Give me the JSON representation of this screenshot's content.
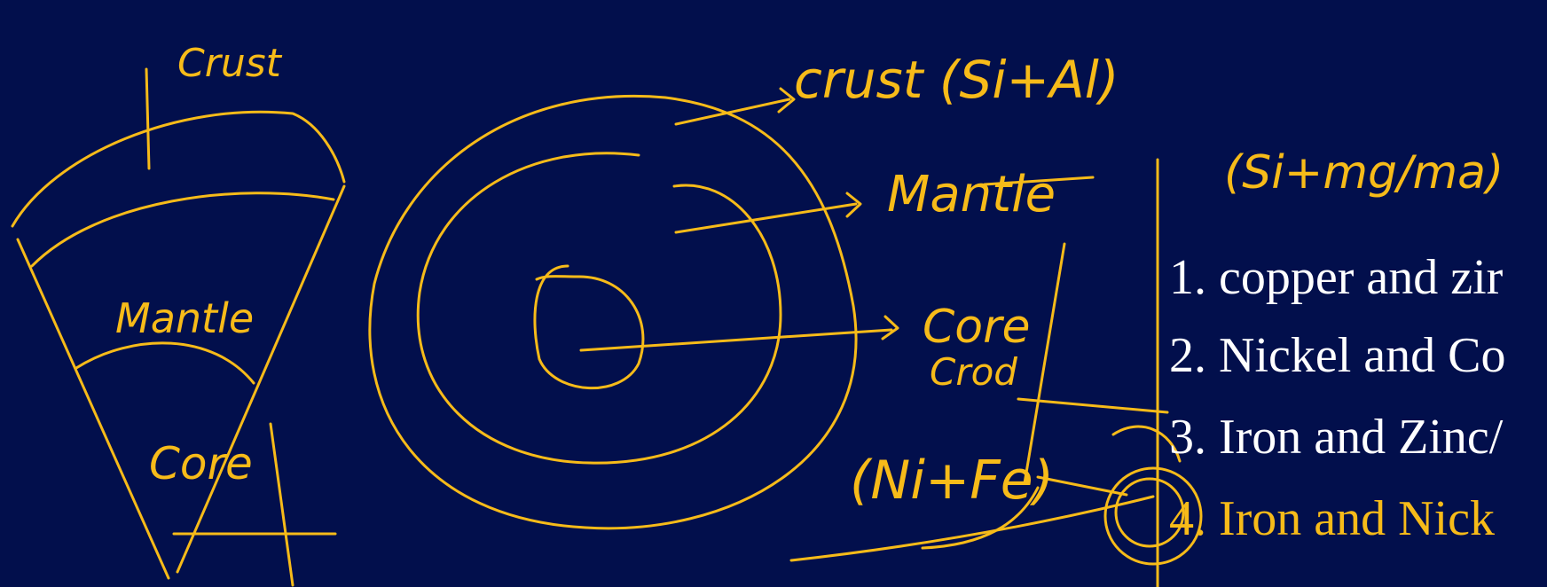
{
  "colors": {
    "background": "#020f4c",
    "ink": "#f7bb19",
    "option_text": "#ffffff",
    "selected_option_text": "#f7bb19"
  },
  "annotations": {
    "wedge_top": "Crust",
    "wedge_middle": "Mantle",
    "wedge_bottom": "Core",
    "crust_label": "crust (Si+Al)",
    "mantle_label": "Mantle",
    "mantle_composition": "(Si+mg/ma)",
    "core_label": "Core",
    "core_alt": "Crod",
    "core_composition": "(Ni+Fe)"
  },
  "options": [
    {
      "number": "1.",
      "text": "copper and zir"
    },
    {
      "number": "2.",
      "text": "Nickel and Co"
    },
    {
      "number": "3.",
      "text": "Iron and Zinc/"
    },
    {
      "number": "4.",
      "text": "Iron and Nick"
    }
  ],
  "selected_option": 4
}
